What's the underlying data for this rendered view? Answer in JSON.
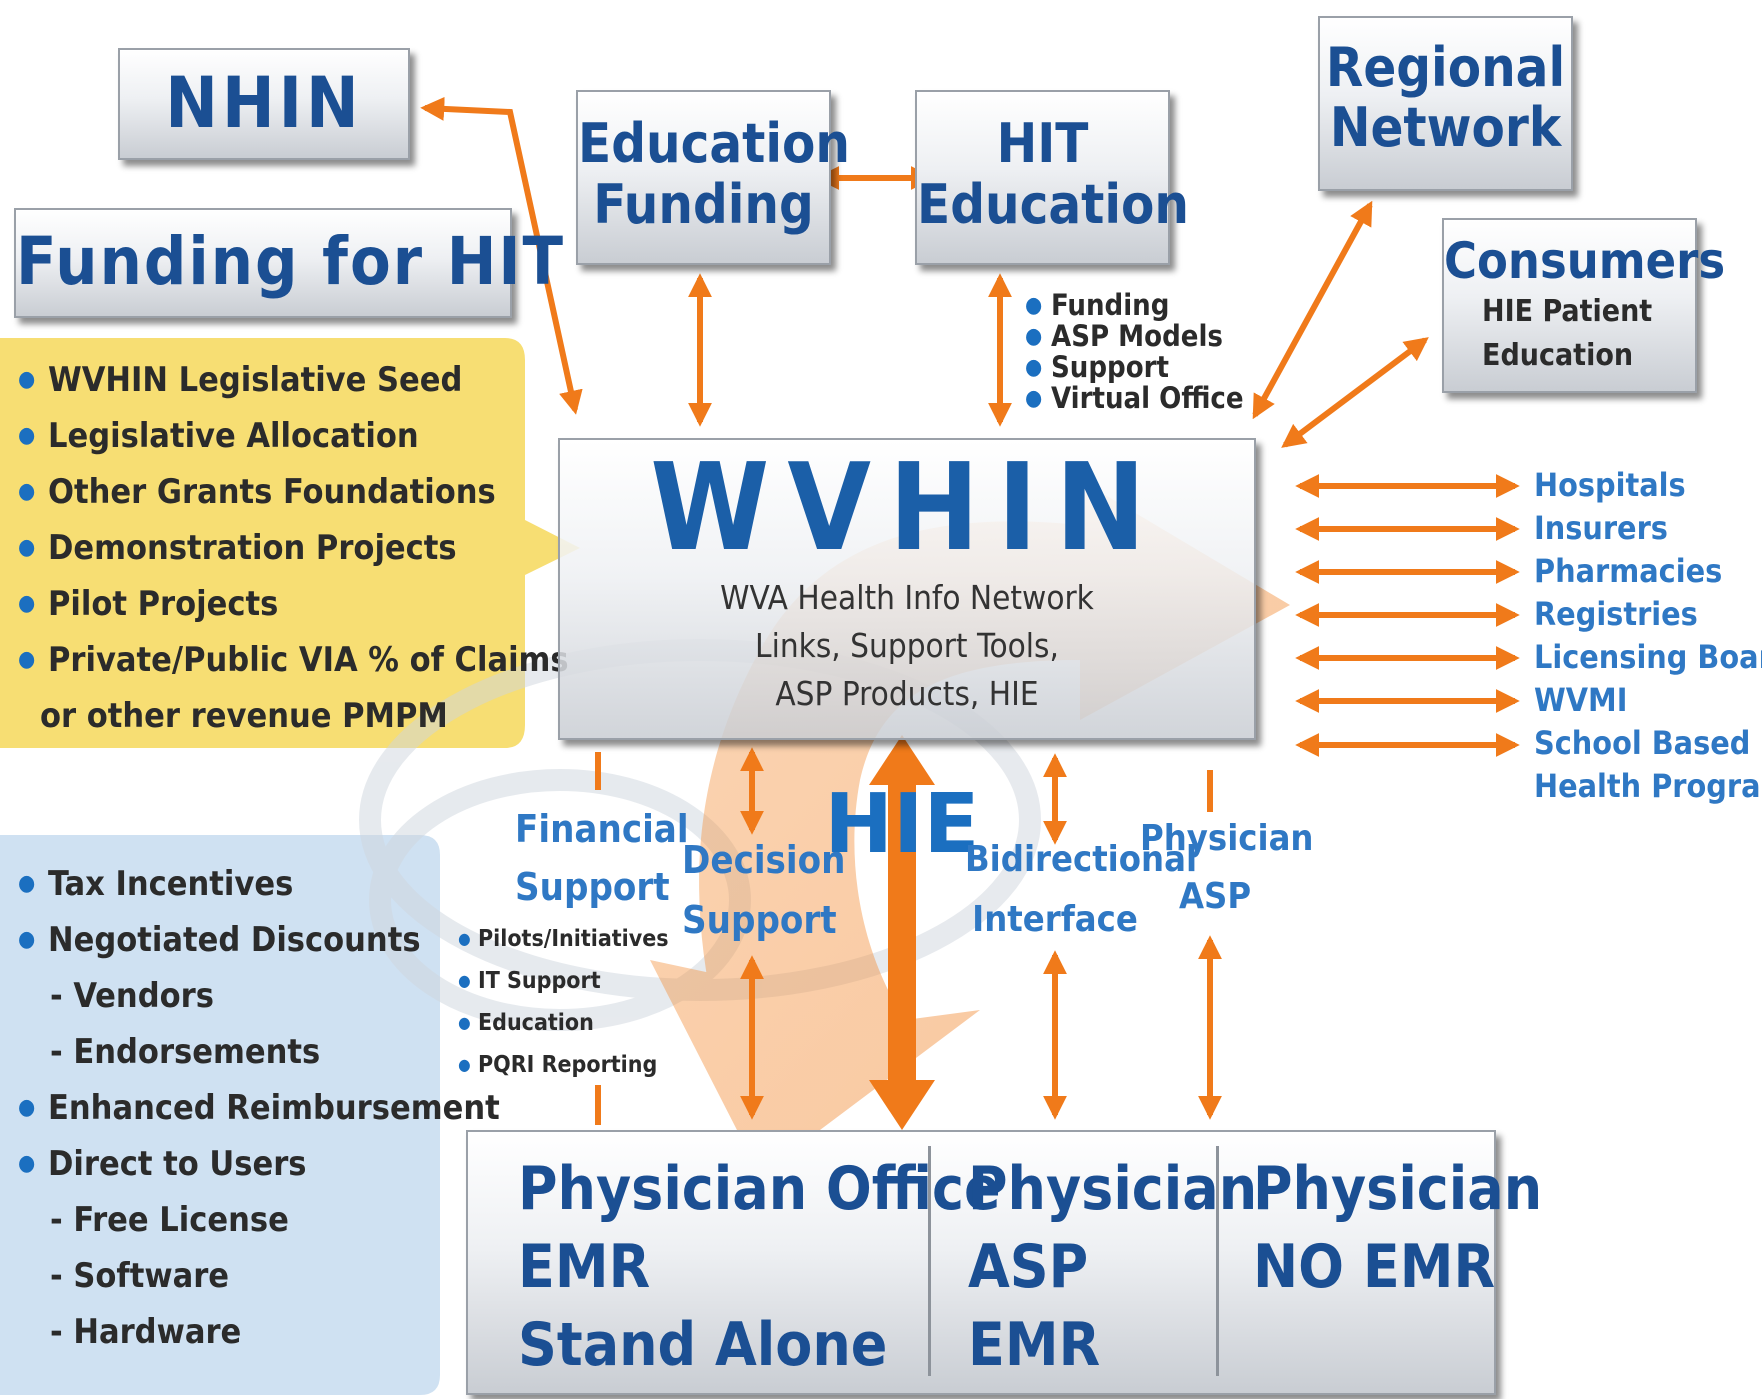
{
  "nhin": {
    "label": "NHIN"
  },
  "funding_for_hit": {
    "title": "Funding for HIT"
  },
  "education_funding": {
    "line1": "Education",
    "line2": "Funding"
  },
  "hit_education": {
    "line1": "HIT",
    "line2": "Education"
  },
  "regional_network": {
    "line1": "Regional",
    "line2": "Network"
  },
  "consumers": {
    "title": "Consumers",
    "line1": "HIE Patient",
    "line2": "Education"
  },
  "hit_education_items": [
    "Funding",
    "ASP Models",
    "Support",
    "Virtual Office"
  ],
  "yellow_panel": {
    "items": [
      "WVHIN Legislative Seed",
      "Legislative Allocation",
      "Other Grants Foundations",
      "Demonstration Projects",
      "Pilot Projects",
      "Private/Public VIA % of Claims"
    ],
    "continuation": "or other revenue PMPM"
  },
  "blue_panel": {
    "items": [
      {
        "text": "Tax Incentives",
        "bullet": true
      },
      {
        "text": "Negotiated Discounts",
        "bullet": true
      },
      {
        "text": "- Vendors",
        "bullet": false
      },
      {
        "text": "- Endorsements",
        "bullet": false
      },
      {
        "text": "Enhanced Reimbursement",
        "bullet": true
      },
      {
        "text": "Direct to Users",
        "bullet": true
      },
      {
        "text": "- Free License",
        "bullet": false
      },
      {
        "text": "- Software",
        "bullet": false
      },
      {
        "text": "- Hardware",
        "bullet": false
      }
    ]
  },
  "wvhin": {
    "title": "WVHIN",
    "sub1": "WVA Health Info Network",
    "sub2": "Links, Support Tools,",
    "sub3": "ASP Products, HIE"
  },
  "stakeholders": [
    "Hospitals",
    "Insurers",
    "Pharmacies",
    "Registries",
    "Licensing Boards",
    "WVMI",
    "School Based",
    "Health Program"
  ],
  "connectors": {
    "financial_support": {
      "line1": "Financial",
      "line2": "Support"
    },
    "decision_support": {
      "line1": "Decision",
      "line2": "Support"
    },
    "hie": "HIE",
    "bidirectional": {
      "line1": "Bidirectional",
      "line2": "Interface"
    },
    "physician_asp": {
      "line1": "Physician",
      "line2": "ASP"
    }
  },
  "financial_items": [
    "Pilots/Initiatives",
    "IT Support",
    "Education",
    "PQRI Reporting"
  ],
  "physicians": {
    "office": {
      "line1": "Physician Office",
      "line2": "EMR",
      "line3": "Stand Alone"
    },
    "asp": {
      "line1": "Physician",
      "line2": "ASP",
      "line3": "EMR"
    },
    "no_emr": {
      "line1": "Physician",
      "line2": "NO EMR"
    }
  },
  "colors": {
    "arrow": "#f07a1a",
    "navy": "#1b4f93",
    "blue": "#2f78c4",
    "yellow_panel": "#f6d85a",
    "blue_panel": "#c7dcf0"
  }
}
